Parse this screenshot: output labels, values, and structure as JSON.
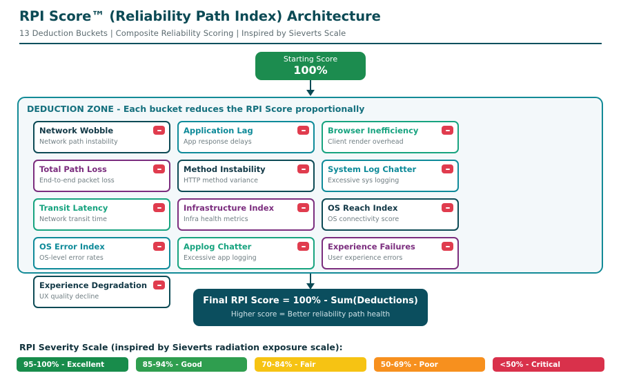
{
  "header": {
    "title": "RPI Score™ (Reliability Path Index) Architecture",
    "subtitle": "13 Deduction Buckets  |  Composite Reliability Scoring  |  Inspired by Sieverts Scale"
  },
  "start": {
    "label": "Starting Score",
    "value": "100%",
    "color": "#1c8c4f"
  },
  "zone": {
    "title": "DEDUCTION ZONE - Each bucket reduces the RPI Score proportionally",
    "border_color": "#128a96",
    "background": "#f3f8fa",
    "buckets": [
      {
        "title": "Network Wobble",
        "subtitle": "Network path instability",
        "accent": "navy",
        "color": "#123846"
      },
      {
        "title": "Application Lag",
        "subtitle": "App response delays",
        "accent": "teal",
        "color": "#0e8a99"
      },
      {
        "title": "Browser Inefficiency",
        "subtitle": "Client render overhead",
        "accent": "green",
        "color": "#17a37f"
      },
      {
        "title": "Total Path Loss",
        "subtitle": "End-to-end packet loss",
        "accent": "purple",
        "color": "#7b2d7e"
      },
      {
        "title": "Method Instability",
        "subtitle": "HTTP method variance",
        "accent": "navy",
        "color": "#123846"
      },
      {
        "title": "System Log Chatter",
        "subtitle": "Excessive sys logging",
        "accent": "teal",
        "color": "#0e8a99"
      },
      {
        "title": "Transit Latency",
        "subtitle": "Network transit time",
        "accent": "green",
        "color": "#17a37f"
      },
      {
        "title": "Infrastructure Index",
        "subtitle": "Infra health metrics",
        "accent": "purple",
        "color": "#7b2d7e"
      },
      {
        "title": "OS Reach Index",
        "subtitle": "OS connectivity score",
        "accent": "navy",
        "color": "#123846"
      },
      {
        "title": "OS Error Index",
        "subtitle": "OS-level error rates",
        "accent": "teal",
        "color": "#0e8a99"
      },
      {
        "title": "Applog Chatter",
        "subtitle": "Excessive app logging",
        "accent": "green",
        "color": "#17a37f"
      },
      {
        "title": "Experience Failures",
        "subtitle": "User experience errors",
        "accent": "purple",
        "color": "#7b2d7e"
      },
      {
        "title": "Experience Degradation",
        "subtitle": "UX quality decline",
        "accent": "navy",
        "color": "#123846"
      }
    ],
    "badge_icon": "minus-icon",
    "badge_color": "#e03c4e"
  },
  "final": {
    "title": "Final RPI Score = 100% - Sum(Deductions)",
    "subtitle": "Higher score = Better reliability path health",
    "color": "#0b4e5e"
  },
  "scale": {
    "title": "RPI Severity Scale (inspired by Sieverts radiation exposure scale):",
    "chips": [
      {
        "label": "95-100% - Excellent",
        "color": "#188c4b"
      },
      {
        "label": "85-94% - Good",
        "color": "#2f9e4f"
      },
      {
        "label": "70-84% - Fair",
        "color": "#f6c313"
      },
      {
        "label": "50-69% - Poor",
        "color": "#f7901e"
      },
      {
        "label": "<50% - Critical",
        "color": "#d9314b"
      }
    ]
  }
}
